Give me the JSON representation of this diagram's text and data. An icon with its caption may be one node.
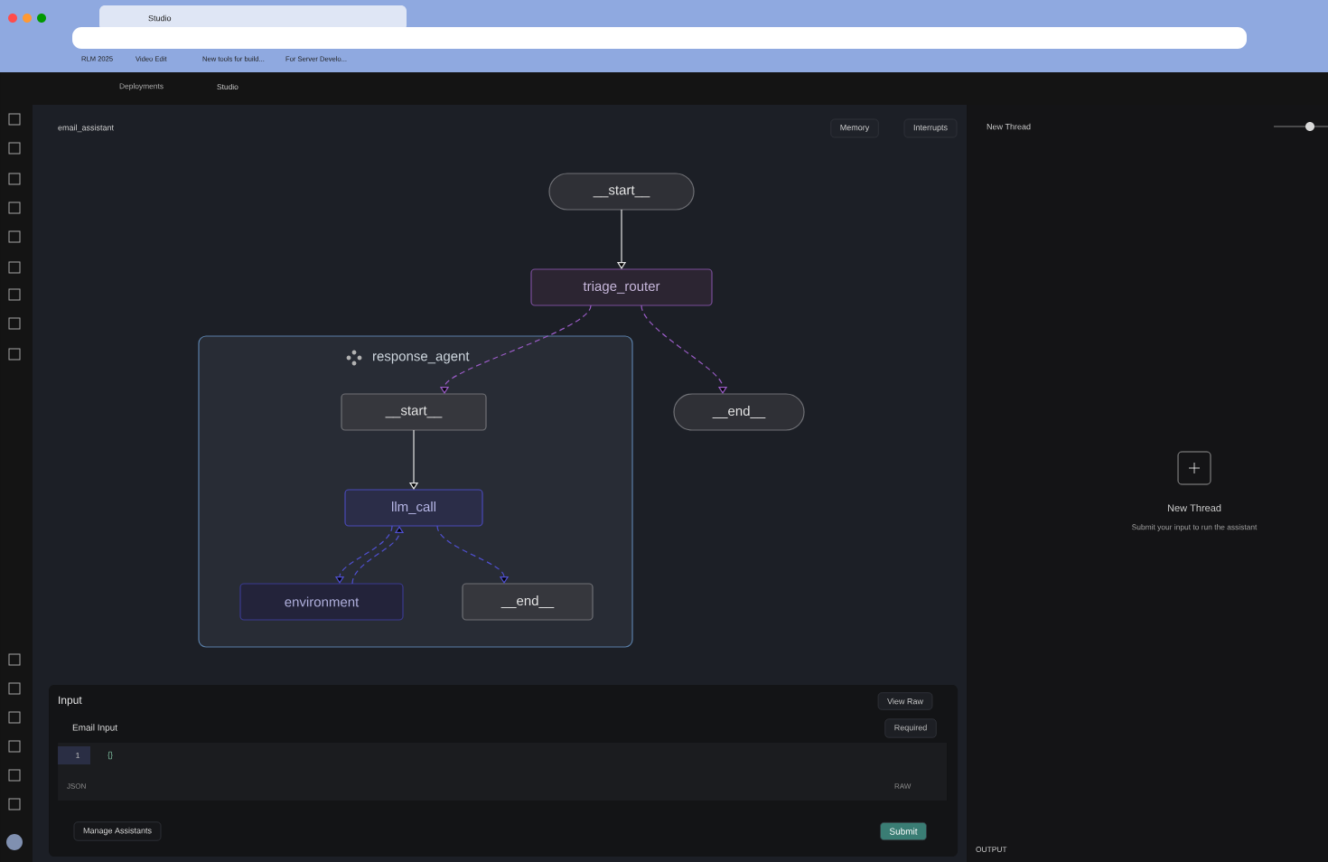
{
  "diagram": {
    "nodes": [
      {
        "text": [
          "__start__"
        ]
      },
      {
        "text": [
          "triage_router"
        ]
      },
      {
        "text": [
          "response_agent"
        ]
      },
      {
        "text": [
          "__start__"
        ],
        "in": 2
      },
      {
        "text": [
          "llm_call"
        ],
        "in": 2
      },
      {
        "text": [
          "environment"
        ],
        "in": 2
      },
      {
        "text": [
          "__end__"
        ],
        "in": 2
      },
      {
        "text": [
          "__end__"
        ]
      }
    ],
    "edges": [
      {
        "from": 0,
        "to": 1,
        "arrow": "to",
        "color": "#e6e6e6"
      },
      {
        "from": 1,
        "to": 3,
        "arrow": "to",
        "style": "dashed",
        "color": "#9a5cc6"
      },
      {
        "from": 1,
        "to": 7,
        "arrow": "to",
        "style": "dashed",
        "color": "#9a5cc6"
      },
      {
        "from": 3,
        "to": 4,
        "arrow": "to",
        "color": "#e6e6e6"
      },
      {
        "from": 4,
        "to": 5,
        "arrow": "to",
        "style": "dashed",
        "color": "#5050d0"
      },
      {
        "from": 5,
        "to": 4,
        "arrow": "to",
        "style": "dashed",
        "color": "#5050d0"
      },
      {
        "from": 4,
        "to": 6,
        "arrow": "to",
        "style": "dashed",
        "color": "#5050d0"
      }
    ],
    "labels": [
      "Studio",
      "RLM 2025",
      "Video Edit",
      "New tools for build...",
      "For Server Develo...",
      "Deployments",
      "Studio",
      "email_assistant",
      "Memory",
      "Interrupts",
      "New Thread",
      "New Thread",
      "Submit your input to run the assistant",
      "Input",
      "View Raw",
      "Email Input",
      "Required",
      "1",
      "{}",
      "JSON",
      "RAW",
      "Manage Assistants",
      "Submit",
      "OUTPUT"
    ]
  }
}
